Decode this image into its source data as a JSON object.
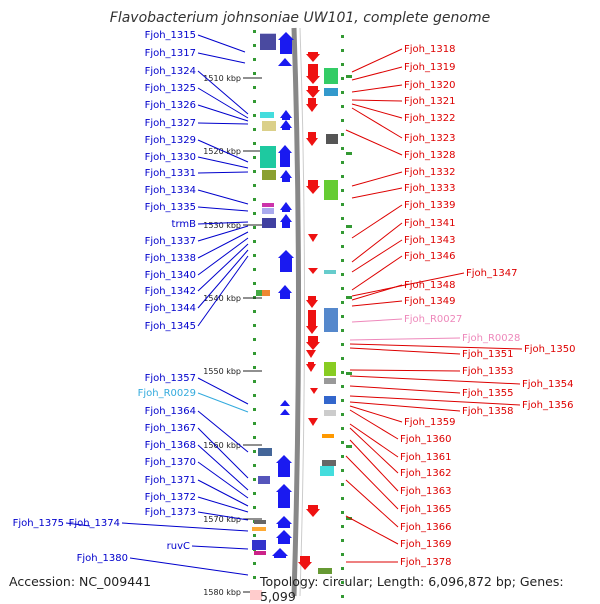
{
  "title": "Flavobacterium johnsoniae UW101, complete genome",
  "footer": {
    "accession": "Accession: NC_009441",
    "topology": "Topology: circular; Length: 6,096,872 bp; Genes: 5,099"
  },
  "colors": {
    "left_label": "#0000cc",
    "right_label": "#dd0000",
    "rna_left": "#33aadd",
    "rna_right": "#ee88bb",
    "backbone": "#888888",
    "tick": "#339933"
  },
  "kbp_marks": [
    "1510 kbp",
    "1520 kbp",
    "1530 kbp",
    "1540 kbp",
    "1550 kbp",
    "1560 kbp",
    "1570 kbp",
    "1580 kbp"
  ],
  "left_labels": [
    "Fjoh_1315",
    "Fjoh_1317",
    "Fjoh_1324",
    "Fjoh_1325",
    "Fjoh_1326",
    "Fjoh_1327",
    "Fjoh_1329",
    "Fjoh_1330",
    "Fjoh_1331",
    "Fjoh_1334",
    "Fjoh_1335",
    "trmB",
    "Fjoh_1337",
    "Fjoh_1338",
    "Fjoh_1340",
    "Fjoh_1342",
    "Fjoh_1344",
    "Fjoh_1345",
    "Fjoh_1357",
    "Fjoh_R0029",
    "Fjoh_1364",
    "Fjoh_1367",
    "Fjoh_1368",
    "Fjoh_1370",
    "Fjoh_1371",
    "Fjoh_1372",
    "Fjoh_1373",
    "Fjoh_1375",
    "Fjoh_1374",
    "ruvC",
    "Fjoh_1380"
  ],
  "right_labels": [
    "Fjoh_1318",
    "Fjoh_1319",
    "Fjoh_1320",
    "Fjoh_1321",
    "Fjoh_1322",
    "Fjoh_1323",
    "Fjoh_1328",
    "Fjoh_1332",
    "Fjoh_1333",
    "Fjoh_1339",
    "Fjoh_1341",
    "Fjoh_1343",
    "Fjoh_1346",
    "Fjoh_1347",
    "Fjoh_1348",
    "Fjoh_1349",
    "Fjoh_R0027",
    "Fjoh_R0028",
    "Fjoh_1350",
    "Fjoh_1351",
    "Fjoh_1353",
    "Fjoh_1354",
    "Fjoh_1355",
    "Fjoh_1356",
    "Fjoh_1358",
    "Fjoh_1359",
    "Fjoh_1360",
    "Fjoh_1361",
    "Fjoh_1362",
    "Fjoh_1363",
    "Fjoh_1365",
    "Fjoh_1366",
    "Fjoh_1369",
    "Fjoh_1378"
  ]
}
